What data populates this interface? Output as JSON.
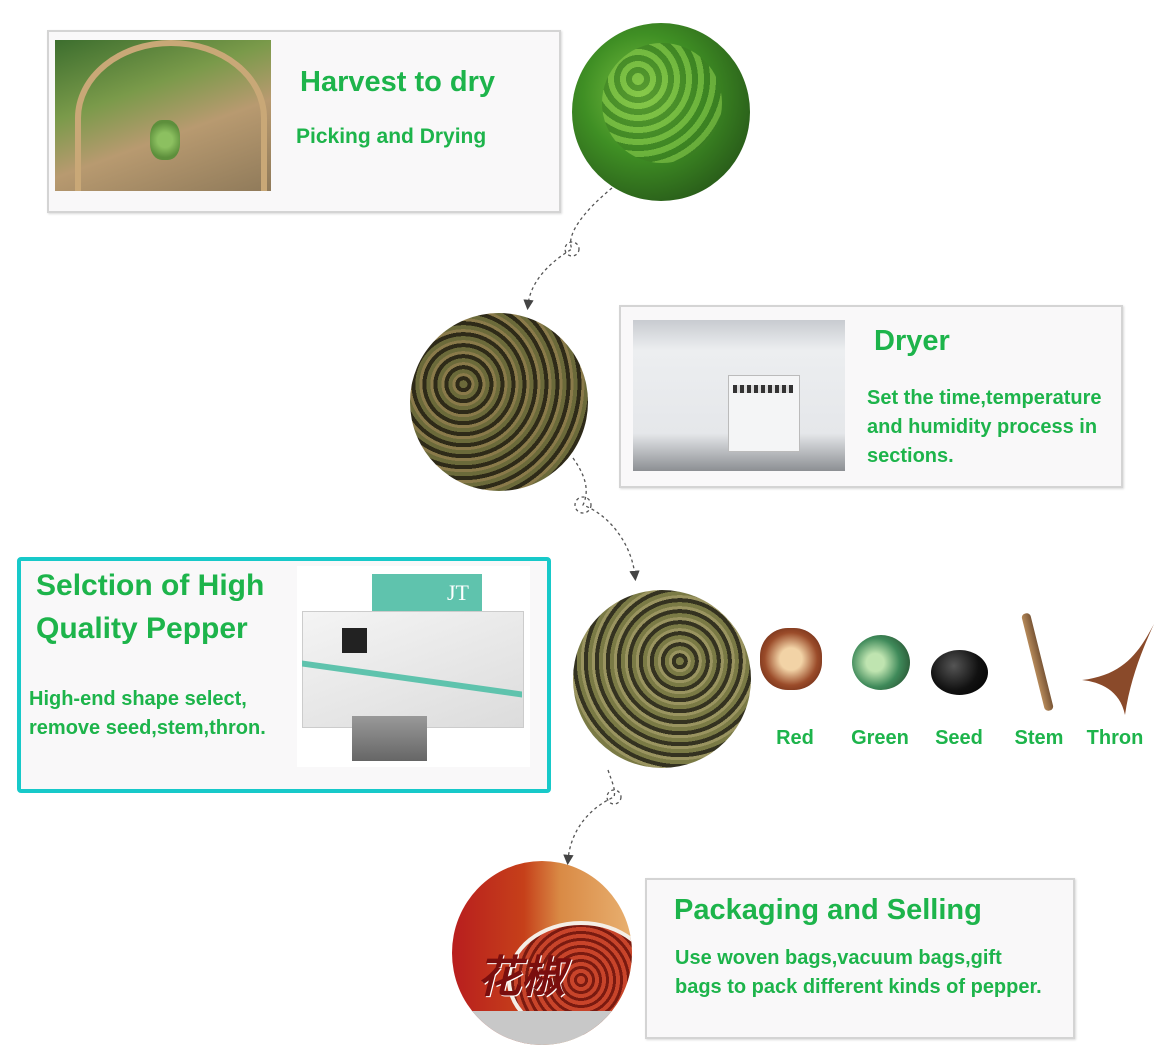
{
  "steps": {
    "harvest": {
      "title": "Harvest to dry",
      "subtitle": "Picking and Drying"
    },
    "dryer": {
      "title": "Dryer",
      "lines": [
        "Set the time,temperature",
        "and humidity process in",
        "sections."
      ]
    },
    "selection": {
      "title_lines": [
        "Selction of High",
        "Quality Pepper"
      ],
      "lines": [
        "High-end shape select,",
        "remove seed,stem,thron."
      ],
      "machine_text": "JT"
    },
    "packaging": {
      "title": "Packaging and Selling",
      "lines": [
        "Use woven bags,vacuum bags,gift",
        "bags to pack different kinds of pepper."
      ]
    }
  },
  "impurities": [
    {
      "label": "Red"
    },
    {
      "label": "Green"
    },
    {
      "label": "Seed"
    },
    {
      "label": "Stem"
    },
    {
      "label": "Thron"
    }
  ],
  "colors": {
    "accent": "#1db44b",
    "highlight_border": "#17c9c9"
  }
}
